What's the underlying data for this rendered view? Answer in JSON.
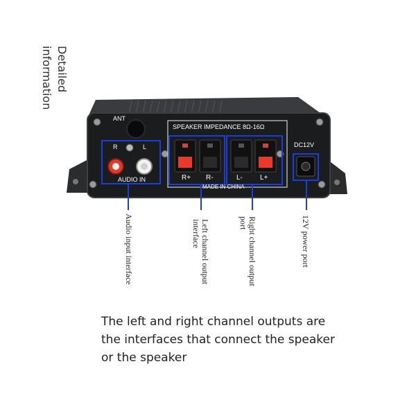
{
  "heading": {
    "line1": "Detailed",
    "line2": "information"
  },
  "panel": {
    "ant_label": "ANT",
    "speaker_impedance": "SPEAKER IMPEDANCE 8Ω-16Ω",
    "rca_right": "R",
    "rca_left": "L",
    "audio_in": "AUDIO IN",
    "terminal_labels": [
      "R+",
      "R-",
      "L-",
      "L+"
    ],
    "made_in": "MADE IN CHINA",
    "dc_label": "DC12V"
  },
  "callouts": {
    "audio_input": "Audio input interface",
    "left_output": {
      "line1": "Left channel output",
      "line2": "interface"
    },
    "right_output": {
      "line1": "Right channel output",
      "line2": "port"
    },
    "power": "12V power port"
  },
  "caption": {
    "line1": "The left and right channel outputs are",
    "line2": "the interfaces that connect the speaker",
    "line3": "or the speaker"
  },
  "colors": {
    "highlight_box": "#1a3fd6",
    "leader_line": "#1a3fd6",
    "red_clip": "#e83a2a",
    "chassis": "#1b1c1e"
  }
}
